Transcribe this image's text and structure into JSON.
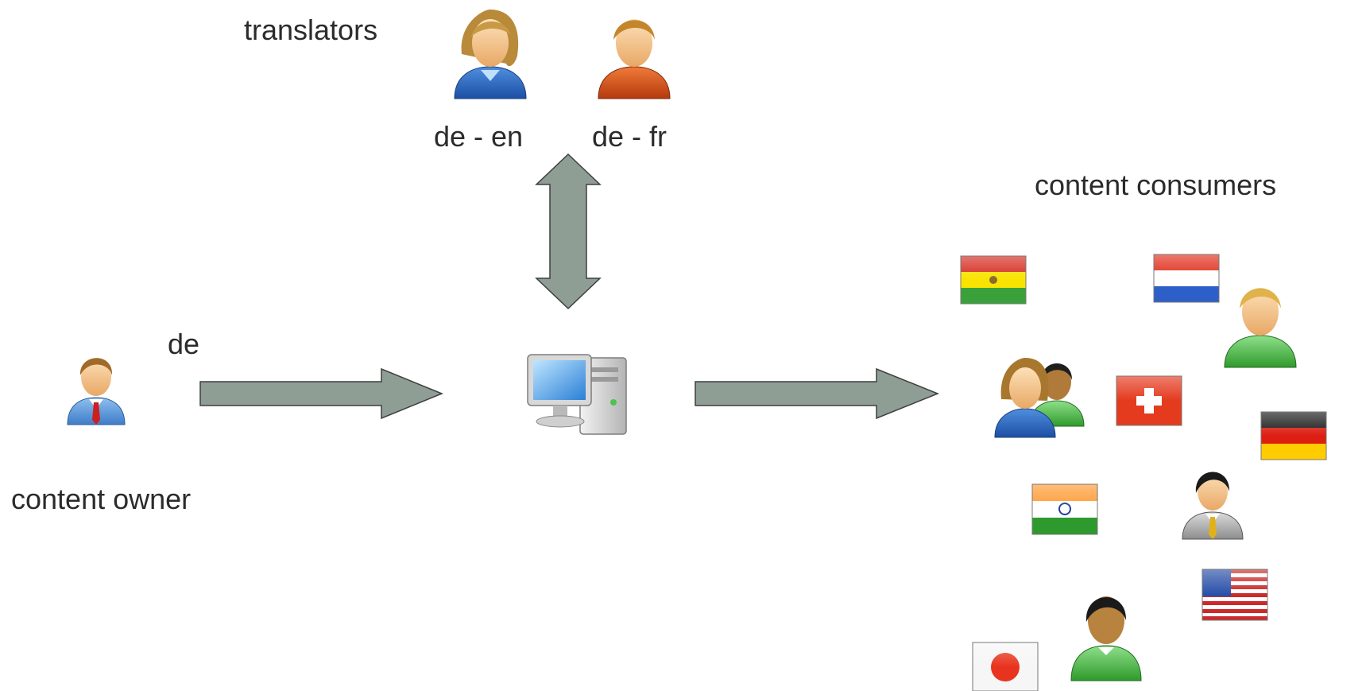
{
  "labels": {
    "translators": "translators",
    "pair_en": "de - en",
    "pair_fr": "de - fr",
    "content_consumers": "content consumers",
    "source_lang": "de",
    "content_owner": "content owner"
  },
  "colors": {
    "arrow_fill": "#8f9e94",
    "arrow_stroke": "#3f3f3f"
  },
  "icons": {
    "translator_en": "person-blue-icon",
    "translator_fr": "person-orange-icon",
    "owner": "businessman-icon",
    "server": "computer-icon"
  },
  "consumers": [
    "flag-bolivia-icon",
    "flag-netherlands-icon",
    "person-green-blond-icon",
    "group-people-icon",
    "flag-switzerland-icon",
    "flag-germany-icon",
    "flag-india-icon",
    "businessman-gray-icon",
    "flag-usa-icon",
    "flag-japan-icon",
    "person-green-dark-icon"
  ]
}
